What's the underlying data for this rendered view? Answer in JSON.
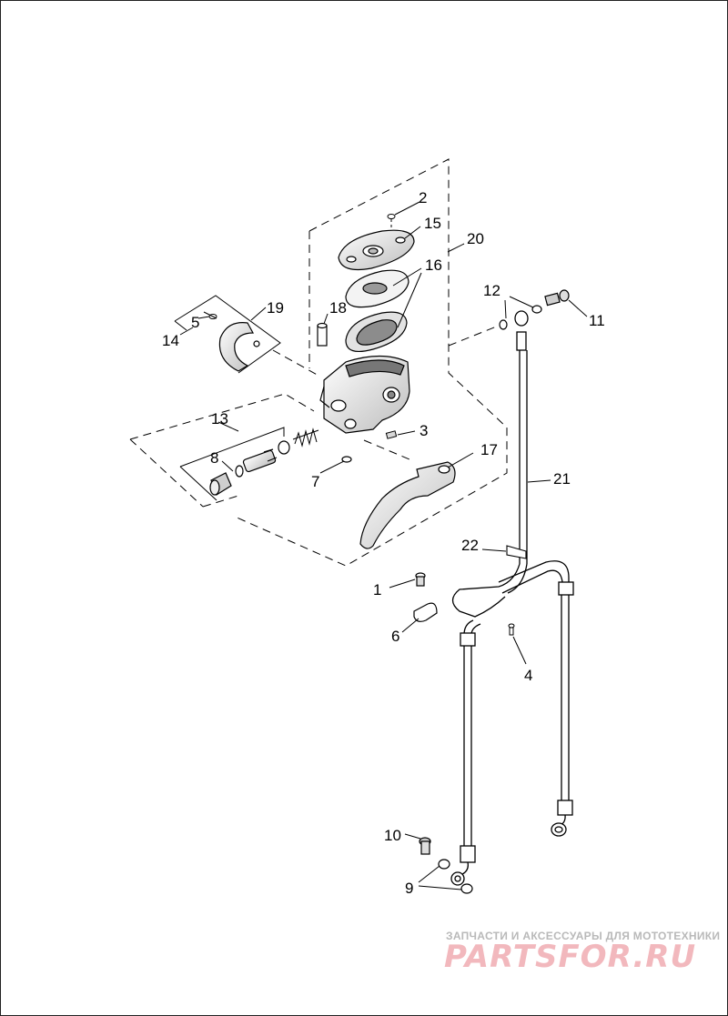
{
  "callouts": [
    {
      "id": "c1",
      "label": "1"
    },
    {
      "id": "c2",
      "label": "2"
    },
    {
      "id": "c3",
      "label": "3"
    },
    {
      "id": "c4",
      "label": "4"
    },
    {
      "id": "c5",
      "label": "5"
    },
    {
      "id": "c6",
      "label": "6"
    },
    {
      "id": "c7",
      "label": "7"
    },
    {
      "id": "c8",
      "label": "8"
    },
    {
      "id": "c9",
      "label": "9"
    },
    {
      "id": "c10",
      "label": "10"
    },
    {
      "id": "c11",
      "label": "11"
    },
    {
      "id": "c12",
      "label": "12"
    },
    {
      "id": "c13",
      "label": "13"
    },
    {
      "id": "c14",
      "label": "14"
    },
    {
      "id": "c15",
      "label": "15"
    },
    {
      "id": "c16",
      "label": "16"
    },
    {
      "id": "c17",
      "label": "17"
    },
    {
      "id": "c18",
      "label": "18"
    },
    {
      "id": "c19",
      "label": "19"
    },
    {
      "id": "c20",
      "label": "20"
    },
    {
      "id": "c21",
      "label": "21"
    },
    {
      "id": "c22",
      "label": "22"
    }
  ],
  "watermark": {
    "tagline": "ЗАПЧАСТИ И АКСЕССУАРЫ ДЛЯ МОТОТЕХНИКИ",
    "logo": "PARTSFOR.RU"
  },
  "colors": {
    "line": "#000000",
    "part_fill": "#ffffff",
    "shade": "#cfcfcf",
    "watermark_red": "#e8868f",
    "watermark_gray": "#b9b9b9"
  }
}
